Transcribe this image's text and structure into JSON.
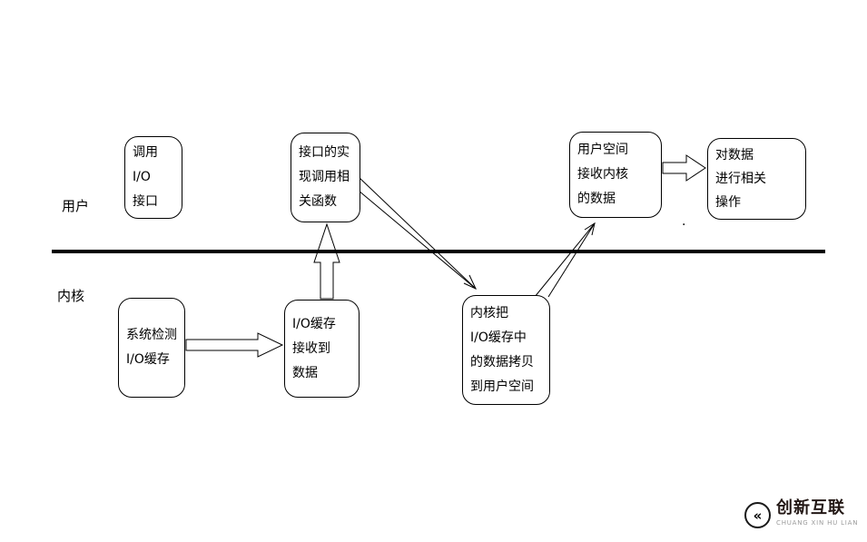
{
  "labels": {
    "user": "用户",
    "kernel": "内核",
    "stray_dot": "."
  },
  "boxes": {
    "call_io": {
      "lines": [
        "调用",
        "I/O",
        "接口"
      ]
    },
    "impl_call": {
      "lines": [
        "接口的实",
        "现调用相",
        "关函数"
      ]
    },
    "user_receive": {
      "lines": [
        "用户空间",
        "接收内核",
        "的数据"
      ]
    },
    "operate_data": {
      "lines": [
        "对数据",
        "进行相关",
        "操作"
      ]
    },
    "sys_detect": {
      "lines": [
        "系统检测",
        "I/O缓存"
      ]
    },
    "io_buffer": {
      "lines": [
        "I/O缓存",
        "接收到",
        "数据"
      ]
    },
    "kernel_copy": {
      "lines": [
        "内核把",
        "I/O缓存中",
        "的数据拷贝",
        "到用户空间"
      ]
    }
  },
  "logo": {
    "icon_glyph": "«",
    "title": "创新互联",
    "subtitle": "CHUANG XIN HU LIAN"
  },
  "colors": {
    "stroke": "#000000",
    "divider": "#000000",
    "box_background": "#ffffff",
    "logo_title": "#231815",
    "logo_subtitle": "#9a9a9a"
  }
}
